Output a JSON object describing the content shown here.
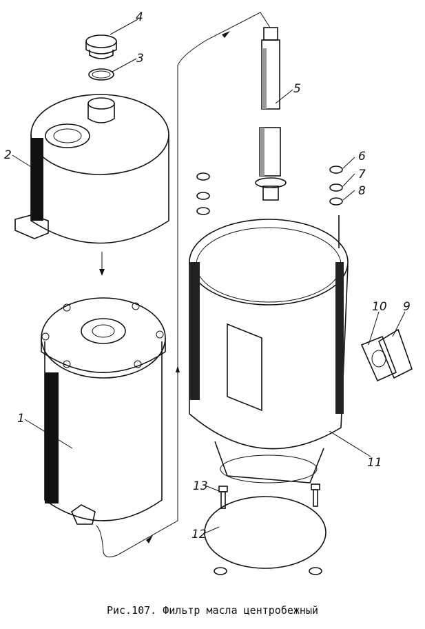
{
  "diagram": {
    "caption": "Рис.107. Фильтр масла центробежный",
    "labels": [
      "1",
      "2",
      "3",
      "4",
      "5",
      "6",
      "7",
      "8",
      "9",
      "10",
      "11",
      "12",
      "13"
    ]
  }
}
